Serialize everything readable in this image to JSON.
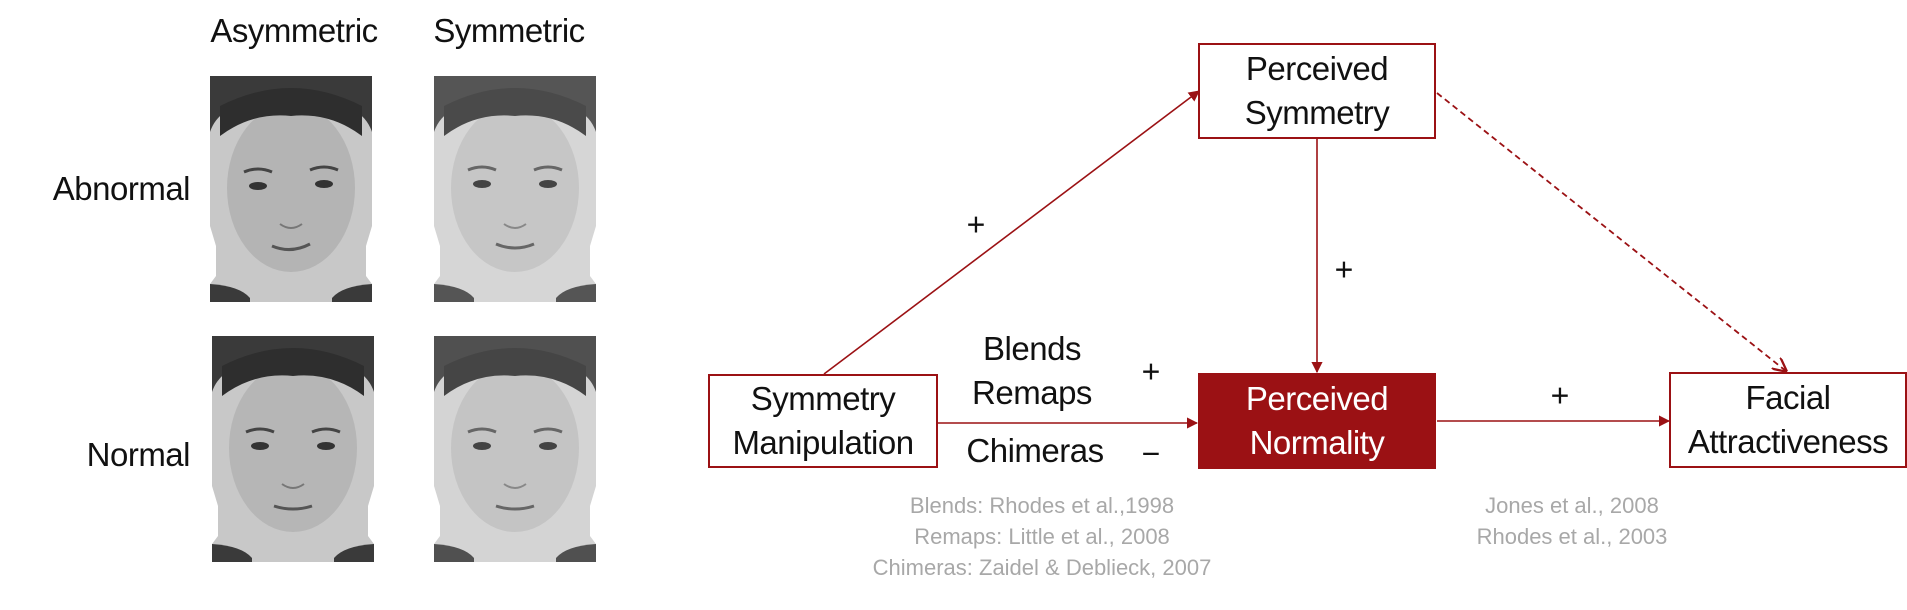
{
  "faces_panel": {
    "columns": [
      "Asymmetric",
      "Symmetric"
    ],
    "rows": [
      "Abnormal",
      "Normal"
    ],
    "cells": [
      {
        "row": "Abnormal",
        "column": "Asymmetric",
        "tone": "dark"
      },
      {
        "row": "Abnormal",
        "column": "Symmetric",
        "tone": "light"
      },
      {
        "row": "Normal",
        "column": "Asymmetric",
        "tone": "dark"
      },
      {
        "row": "Normal",
        "column": "Symmetric",
        "tone": "light"
      }
    ]
  },
  "diagram": {
    "nodes": {
      "symmetry_manipulation": {
        "line1": "Symmetry",
        "line2": "Manipulation"
      },
      "perceived_symmetry": {
        "line1": "Perceived",
        "line2": "Symmetry"
      },
      "perceived_normality": {
        "line1": "Perceived",
        "line2": "Normality"
      },
      "facial_attractiveness": {
        "line1": "Facial",
        "line2": "Attractiveness"
      }
    },
    "edge_labels": {
      "blends": "Blends",
      "remaps": "Remaps",
      "chimeras": "Chimeras"
    },
    "signs": {
      "manip_to_symmetry": "+",
      "symmetry_to_normality": "+",
      "blends_remaps": "+",
      "chimeras": "−",
      "normality_to_attractiveness": "+"
    },
    "citations_left": [
      "Blends: Rhodes et al.,1998",
      "Remaps: Little et al., 2008",
      "Chimeras: Zaidel & Deblieck, 2007"
    ],
    "citations_right": [
      "Jones et al., 2008",
      "Rhodes et al., 2003"
    ],
    "colors": {
      "accent": "#9b1114",
      "citation": "#a8a8a8"
    }
  }
}
